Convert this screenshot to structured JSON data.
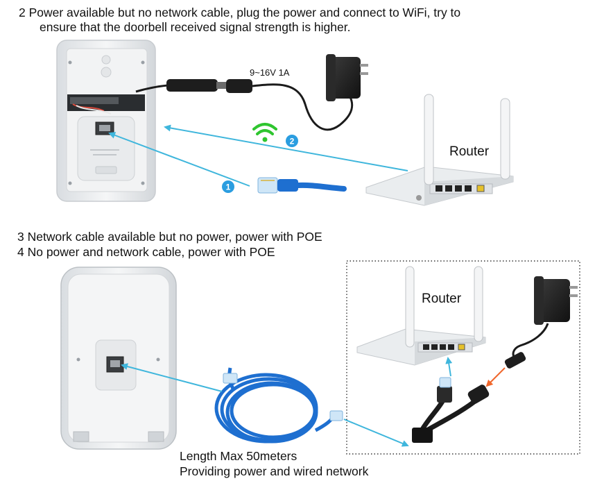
{
  "section2": {
    "line1": "2  Power available but no network cable, plug the power and connect to WiFi, try to",
    "line2": "ensure that the doorbell received signal strength is higher.",
    "power_spec": "9~16V 1A",
    "router_label": "Router",
    "step1_badge": "1",
    "step2_badge": "2"
  },
  "section34": {
    "line3": "3  Network cable available but no power,  power with POE",
    "line4": "4  No power and network cable,  power with POE",
    "router_label": "Router",
    "length_note": "Length Max 50meters",
    "providing_note": "Providing power and wired network"
  },
  "colors": {
    "arrow_blue": "#3fb6dc",
    "cable_blue": "#1e6fd0",
    "wifi_green": "#2fc52f",
    "badge_blue": "#2a9de0",
    "power_arrow": "#f0672c"
  }
}
